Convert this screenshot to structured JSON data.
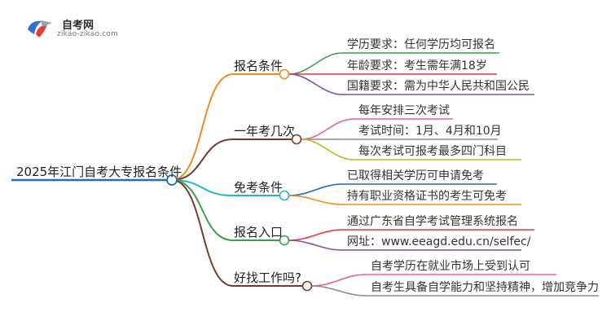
{
  "logo": {
    "name": "自考网",
    "url": "zikao-zikao.com",
    "mark_colors": [
      "#2f6fd6",
      "#e23b3b",
      "#9aa3ad"
    ]
  },
  "root": {
    "label": "2025年江门自考大专报名条件",
    "color": "#1d6fb8"
  },
  "branches": [
    {
      "label": "报名条件",
      "color": "#f08a1c",
      "children": [
        {
          "text": "学历要求：任何学历均可报名",
          "color": "#3aa14b"
        },
        {
          "text": "年龄要求：考生需年满18岁",
          "color": "#e03a3a"
        },
        {
          "text": "国籍要求：需为中华人民共和国公民",
          "color": "#7b4fb5"
        }
      ]
    },
    {
      "label": "一年考几次",
      "color": "#7a3b2e",
      "children": [
        {
          "text": "每年安排三次考试",
          "color": "#e8609b"
        },
        {
          "text": "考试时间：1月、4月和10月",
          "color": "#8a8a8a"
        },
        {
          "text": "每次考试可报考最多四门科目",
          "color": "#b8b82a"
        }
      ]
    },
    {
      "label": "免考条件",
      "color": "#22b5c7",
      "children": [
        {
          "text": "已取得相关学历可申请免考",
          "color": "#1d6fb8"
        },
        {
          "text": "持有职业资格证书的考生可免考",
          "color": "#f08a1c"
        }
      ]
    },
    {
      "label": "报名入口",
      "color": "#3aa14b",
      "children": [
        {
          "text": "通过广东省自学考试管理系统报名",
          "color": "#e03a3a"
        },
        {
          "text": "网址：www.eeagd.edu.cn/selfec/",
          "color": "#7b4fb5"
        }
      ]
    },
    {
      "label": "好找工作吗?",
      "color": "#7a3b2e",
      "children": [
        {
          "text": "自考学历在就业市场上受到认可",
          "color": "#e8609b"
        },
        {
          "text": "自考生具备自学能力和坚持精神，增加竞争力",
          "color": "#8a8a8a"
        }
      ]
    }
  ]
}
